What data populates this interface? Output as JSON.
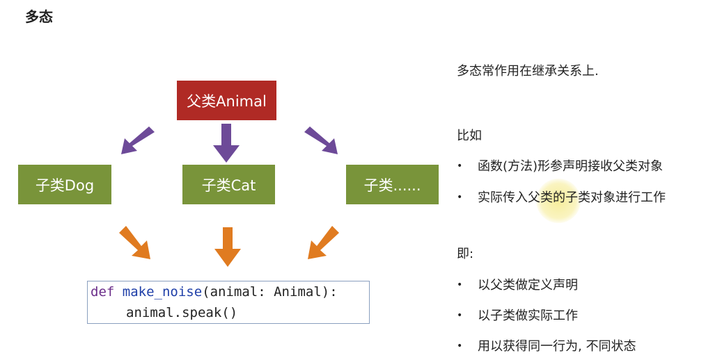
{
  "title": "多态",
  "diagram": {
    "parent": "父类Animal",
    "children": [
      "子类Dog",
      "子类Cat",
      "子类......"
    ],
    "colors": {
      "parent": "#b02a25",
      "child": "#79943a",
      "arrow_top": "#6d4a98",
      "arrow_bottom": "#e07b20"
    }
  },
  "code": {
    "keyword": "def",
    "function": "make_noise",
    "signature": "(animal: Animal):",
    "body": "animal.speak()"
  },
  "notes": {
    "intro": "多态常作用在继承关系上.",
    "example_heading": "比如",
    "example_bullets": [
      "函数(方法)形参声明接收父类对象",
      "实际传入父类的子类对象进行工作"
    ],
    "summary_heading": "即:",
    "summary_bullets": [
      "以父类做定义声明",
      "以子类做实际工作",
      "用以获得同一行为, 不同状态"
    ]
  }
}
